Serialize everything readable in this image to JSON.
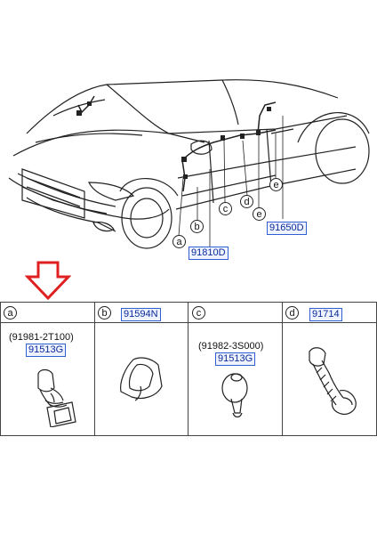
{
  "overview": {
    "callouts": {
      "a": "a",
      "b": "b",
      "c": "c",
      "d": "d",
      "e1": "e",
      "e2": "e"
    },
    "labels": {
      "left": "91810D",
      "right": "91650D"
    }
  },
  "table": {
    "cells": [
      {
        "letter": "a",
        "header_part": "",
        "code": "(91981-2T100)",
        "part": "91513G"
      },
      {
        "letter": "b",
        "header_part": "91594N",
        "code": "",
        "part": ""
      },
      {
        "letter": "c",
        "header_part": "",
        "code": "(91982-3S000)",
        "part": "91513G"
      },
      {
        "letter": "d",
        "header_part": "91714",
        "code": "",
        "part": ""
      }
    ]
  },
  "colors": {
    "arrow": "#e02020",
    "highlight": "#2f5fd0"
  }
}
